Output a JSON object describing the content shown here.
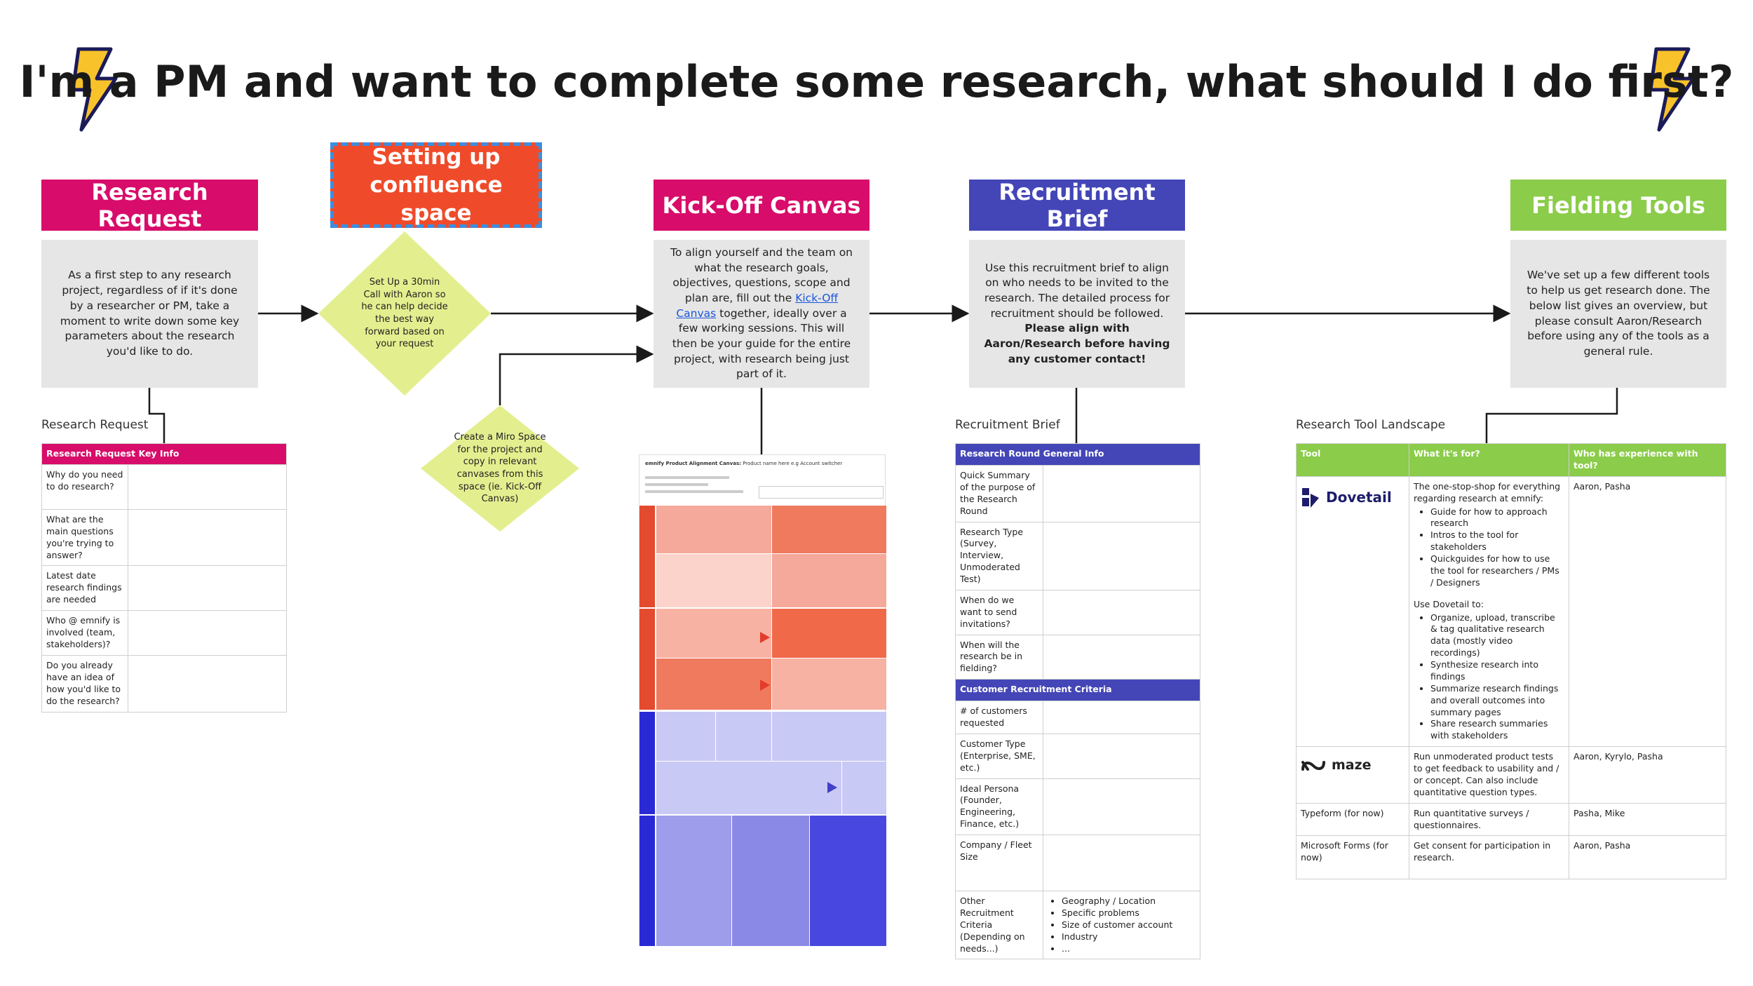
{
  "title": "I'm a PM and want to complete some research, what should I do first?",
  "colors": {
    "research_request": "#d80c6a",
    "confluence": "#ef4b2b",
    "kickoff": "#d80c6a",
    "recruitment": "#4446b7",
    "fielding": "#8bcc4a",
    "diamond": "#e3ef8f",
    "gray": "#e6e6e6"
  },
  "steps": {
    "research_request": {
      "header": "Research Request",
      "body": "As a first step to any research project, regardless of if it's done by a researcher or PM, take a moment to write down some key parameters about the research you'd like to do."
    },
    "confluence": {
      "header_line1": "Setting up",
      "header_line2": "confluence space"
    },
    "call_diamond": "Set Up a 30min Call with Aaron so he can help decide the best way forward based on your request",
    "miro_diamond": "Create a Miro Space for the project and copy in relevant canvases from this space (ie. Kick-Off Canvas)",
    "kickoff": {
      "header": "Kick-Off Canvas",
      "body_pre": "To align yourself and the team on what the research goals, objectives, questions, scope and plan are, fill out the ",
      "link": "Kick-Off Canvas",
      "body_post": " together, ideally over a few working sessions. This will then be your guide for the entire project, with research being just part of it."
    },
    "recruitment": {
      "header": "Recruitment Brief",
      "body": "Use this recruitment brief to align on who needs to be invited to the research. The detailed process for recruitment should be followed.",
      "body_bold": "Please align with Aaron/Research before having any customer contact!"
    },
    "fielding": {
      "header": "Fielding Tools",
      "body": "We've set up a few different tools to help us get research done. The below list gives an overview, but please consult Aaron/Research before using any of the tools as a general rule."
    }
  },
  "research_request_table": {
    "caption": "Research Request",
    "header": "Research Request Key Info",
    "rows": [
      "Why do you need to do research?",
      "What are the main questions you're trying to answer?",
      "Latest date research findings are needed",
      "Who @ emnify is involved (team, stakeholders)?",
      "Do you already have an idea of how you'd like to do the research?"
    ]
  },
  "canvas_preview": {
    "title": "emnify Product Alignment Canvas:",
    "title_rest": "Product name here e.g Account switcher"
  },
  "recruitment_table": {
    "caption": "Recruitment Brief",
    "section1": "Research Round General Info",
    "rows1": [
      "Quick Summary of the purpose of the Research Round",
      "Research Type (Survey, Interview, Unmoderated Test)",
      "When do we want to send invitations?",
      "When will the research be in fielding?"
    ],
    "section2": "Customer Recruitment Criteria",
    "rows2": [
      "# of customers requested",
      "Customer Type (Enterprise, SME, etc.)",
      "Ideal Persona (Founder, Engineering, Finance, etc.)",
      "Company / Fleet Size"
    ],
    "other_label": "Other Recruitment Criteria (Depending on needs...)",
    "other_items": [
      "Geography / Location",
      "Specific problems",
      "Size of customer account",
      "Industry",
      "..."
    ]
  },
  "tools_table": {
    "caption": "Research Tool Landscape",
    "headers": [
      "Tool",
      "What it's for?",
      "Who has experience with tool?"
    ],
    "dovetail": {
      "name": "Dovetail",
      "intro": "The one-stop-shop for everything regarding research at emnify:",
      "list1": [
        "Guide for how to approach research",
        "Intros to the tool for stakeholders",
        "Quickguides for how to use the tool for researchers / PMs / Designers"
      ],
      "use": "Use Dovetail to:",
      "list2": [
        "Organize, upload, transcribe & tag qualitative research data (mostly video recordings)",
        "Synthesize research into findings",
        "Summarize research findings and overall outcomes into summary pages",
        "Share research summaries with stakeholders"
      ],
      "who": "Aaron, Pasha"
    },
    "maze": {
      "name": "maze",
      "what": "Run unmoderated product tests to get feedback to usability and / or concept. Can also include quantitative question types.",
      "who": "Aaron, Kyrylo, Pasha"
    },
    "typeform": {
      "name": "Typeform (for now)",
      "what": "Run quantitative surveys / questionnaires.",
      "who": "Pasha, Mike"
    },
    "msforms": {
      "name": "Microsoft Forms (for now)",
      "what": "Get consent for participation in research.",
      "who": "Aaron, Pasha"
    }
  }
}
